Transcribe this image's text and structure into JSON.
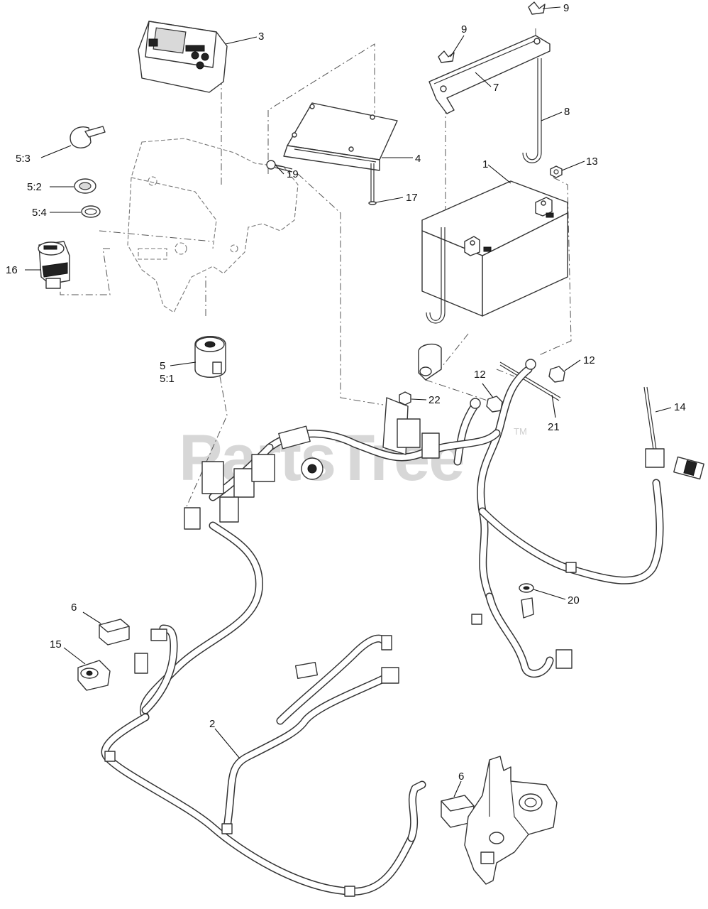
{
  "watermark": {
    "text": "PartsTree",
    "trademark": "TM"
  },
  "callouts": [
    {
      "id": "1",
      "label": "1"
    },
    {
      "id": "2",
      "label": "2"
    },
    {
      "id": "3",
      "label": "3"
    },
    {
      "id": "4",
      "label": "4"
    },
    {
      "id": "5",
      "label": "5"
    },
    {
      "id": "5_1",
      "label": "5:1"
    },
    {
      "id": "5_2",
      "label": "5:2"
    },
    {
      "id": "5_3",
      "label": "5:3"
    },
    {
      "id": "5_4",
      "label": "5:4"
    },
    {
      "id": "6a",
      "label": "6"
    },
    {
      "id": "6b",
      "label": "6"
    },
    {
      "id": "7",
      "label": "7"
    },
    {
      "id": "8",
      "label": "8"
    },
    {
      "id": "9a",
      "label": "9"
    },
    {
      "id": "9b",
      "label": "9"
    },
    {
      "id": "12a",
      "label": "12"
    },
    {
      "id": "12b",
      "label": "12"
    },
    {
      "id": "13",
      "label": "13"
    },
    {
      "id": "14",
      "label": "14"
    },
    {
      "id": "15",
      "label": "15"
    },
    {
      "id": "16",
      "label": "16"
    },
    {
      "id": "17",
      "label": "17"
    },
    {
      "id": "19",
      "label": "19"
    },
    {
      "id": "20",
      "label": "20"
    },
    {
      "id": "21",
      "label": "21"
    },
    {
      "id": "22",
      "label": "22"
    }
  ]
}
